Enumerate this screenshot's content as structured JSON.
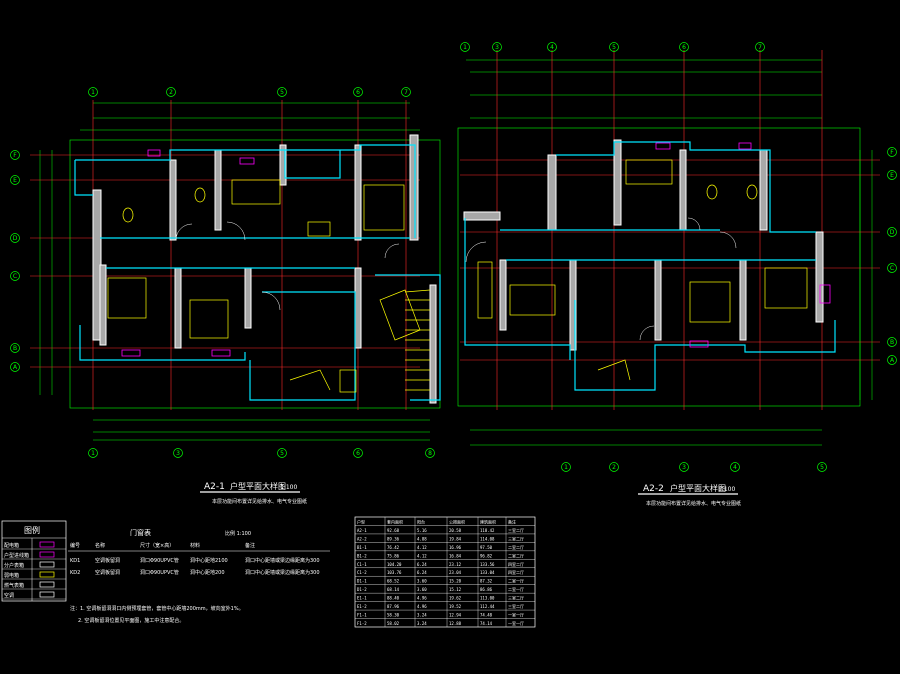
{
  "colors": {
    "background": "#000000",
    "wall": "#ffffff",
    "wall_fill": "#a8a8a8",
    "inner_line": "#00e5ff",
    "axis": "#ff2a2a",
    "dimension": "#00ff00",
    "furniture": "#ffff00",
    "equipment": "#ff00ff",
    "text": "#ffffff"
  },
  "plan_left": {
    "title": "A2-1",
    "title_suffix": "户型平面大样图",
    "scale": "1:100",
    "subtitle": "本层功能间布置详见给排水、电气专业图纸",
    "grid_top": [
      "1",
      "2",
      "5",
      "6",
      "7"
    ],
    "grid_bottom": [
      "1",
      "3",
      "5",
      "6",
      "8"
    ],
    "grid_left": [
      "F",
      "E",
      "D",
      "C",
      "B",
      "A"
    ]
  },
  "plan_right": {
    "title": "A2-2",
    "title_suffix": "户型平面大样图",
    "scale": "1:100",
    "subtitle": "本层功能间布置详见给排水、电气专业图纸",
    "grid_top": [
      "1",
      "3",
      "4",
      "5",
      "6",
      "7"
    ],
    "grid_bottom": [
      "1",
      "2",
      "3",
      "4",
      "5"
    ],
    "grid_right": [
      "F",
      "E",
      "D",
      "C",
      "B",
      "A"
    ]
  },
  "legend": {
    "title": "图例",
    "rows": [
      {
        "label": "配电箱"
      },
      {
        "label": "户型进线箱"
      },
      {
        "label": "分户表箱"
      },
      {
        "label": "弱电箱"
      },
      {
        "label": "燃气表箱"
      },
      {
        "label": "空调"
      }
    ]
  },
  "door_schedule": {
    "title": "门窗表",
    "scale_note": "比例 1:100",
    "headers": [
      "编号",
      "名称",
      "尺寸（宽×高）",
      "材料",
      "备注"
    ],
    "rows": [
      [
        "KD1",
        "空调板留洞",
        "洞口Φ90UPVC管",
        "洞中心距地2100",
        "洞口中心距墙或梁边缘距离为300"
      ],
      [
        "KD2",
        "空调板留洞",
        "洞口Φ90UPVC管",
        "洞中心距地200",
        "洞口中心距墙或梁边缘距离为300"
      ]
    ],
    "notes": [
      "注：1. 空调板留洞洞口内侧预埋套管，套管中心距墙200mm，坡向室外1%。",
      "2. 空调板留洞位置见平面图，施工中注意配合。"
    ]
  },
  "area_table": {
    "headers": [
      "户型",
      "套内面积",
      "阳台",
      "公摊面积",
      "建筑面积",
      "备注"
    ],
    "rows": [
      [
        "A2-1",
        "92.68",
        "5.16",
        "20.58",
        "118.42",
        "三室二厅"
      ],
      [
        "A2-2",
        "89.36",
        "4.88",
        "19.84",
        "114.08",
        "三室二厅"
      ],
      [
        "B1-1",
        "76.42",
        "4.12",
        "16.96",
        "97.50",
        "二室二厅"
      ],
      [
        "B1-2",
        "75.86",
        "4.12",
        "16.84",
        "96.82",
        "二室二厅"
      ],
      [
        "C1-1",
        "104.20",
        "6.24",
        "23.12",
        "133.56",
        "四室二厅"
      ],
      [
        "C1-2",
        "103.76",
        "6.24",
        "23.04",
        "133.04",
        "四室二厅"
      ],
      [
        "D1-1",
        "68.52",
        "3.60",
        "15.20",
        "87.32",
        "二室一厅"
      ],
      [
        "D1-2",
        "68.14",
        "3.60",
        "15.12",
        "86.86",
        "二室一厅"
      ],
      [
        "E1-1",
        "88.40",
        "4.96",
        "19.62",
        "113.00",
        "三室二厅"
      ],
      [
        "E1-2",
        "87.96",
        "4.96",
        "19.52",
        "112.44",
        "三室二厅"
      ],
      [
        "F1-1",
        "58.30",
        "3.24",
        "12.94",
        "74.48",
        "一室一厅"
      ],
      [
        "F1-2",
        "58.02",
        "3.24",
        "12.88",
        "74.14",
        "一室一厅"
      ]
    ]
  }
}
